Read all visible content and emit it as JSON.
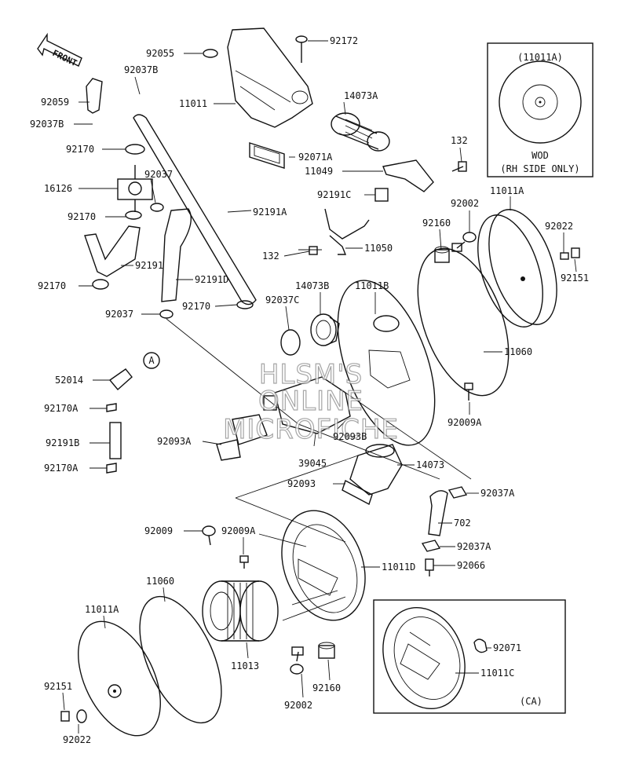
{
  "front_arrow": "FRONT",
  "watermark": {
    "line1": "HLSM'S",
    "line2": "ONLINE",
    "line3": "MICROFICHE"
  },
  "callout_a": "A",
  "inset_top": {
    "title": "(11011A)",
    "caption1": "WOD",
    "caption2": "(RH SIDE ONLY)"
  },
  "inset_bottom": {
    "tag": "(CA)",
    "label_92071": "92071",
    "label_11011C": "11011C"
  },
  "labels": {
    "l_92055": "92055",
    "l_92172": "92172",
    "l_92037B_top": "92037B",
    "l_92059": "92059",
    "l_11011": "11011",
    "l_14073A": "14073A",
    "l_92037B_left": "92037B",
    "l_92170_a": "92170",
    "l_92071A": "92071A",
    "l_132_top": "132",
    "l_11049": "11049",
    "l_16126": "16126",
    "l_92037_a": "92037",
    "l_92191C": "92191C",
    "l_92191A": "92191A",
    "l_92002_top": "92002",
    "l_11011A_top": "11011A",
    "l_92170_b": "92170",
    "l_92160_top": "92160",
    "l_92022_top": "92022",
    "l_92191": "92191",
    "l_132_mid": "132",
    "l_11050": "11050",
    "l_92151_top": "92151",
    "l_92170_c": "92170",
    "l_92191D": "92191D",
    "l_14073B": "14073B",
    "l_11011B": "11011B",
    "l_92037C": "92037C",
    "l_92170_d": "92170",
    "l_92037_b": "92037",
    "l_11060_top": "11060",
    "l_52014": "52014",
    "l_92170A_a": "92170A",
    "l_92009A_right": "92009A",
    "l_92191B": "92191B",
    "l_92093A": "92093A",
    "l_92093B": "92093B",
    "l_92170A_b": "92170A",
    "l_39045": "39045",
    "l_14073": "14073",
    "l_92093": "92093",
    "l_92037A_a": "92037A",
    "l_702": "702",
    "l_92009": "92009",
    "l_92009A_mid": "92009A",
    "l_92037A_b": "92037A",
    "l_11011D": "11011D",
    "l_92066": "92066",
    "l_11060_bottom": "11060",
    "l_11011A_bottom": "11011A",
    "l_11013": "11013",
    "l_92151_bottom": "92151",
    "l_92002_bottom": "92002",
    "l_92160_bottom": "92160",
    "l_92022_bottom": "92022"
  }
}
